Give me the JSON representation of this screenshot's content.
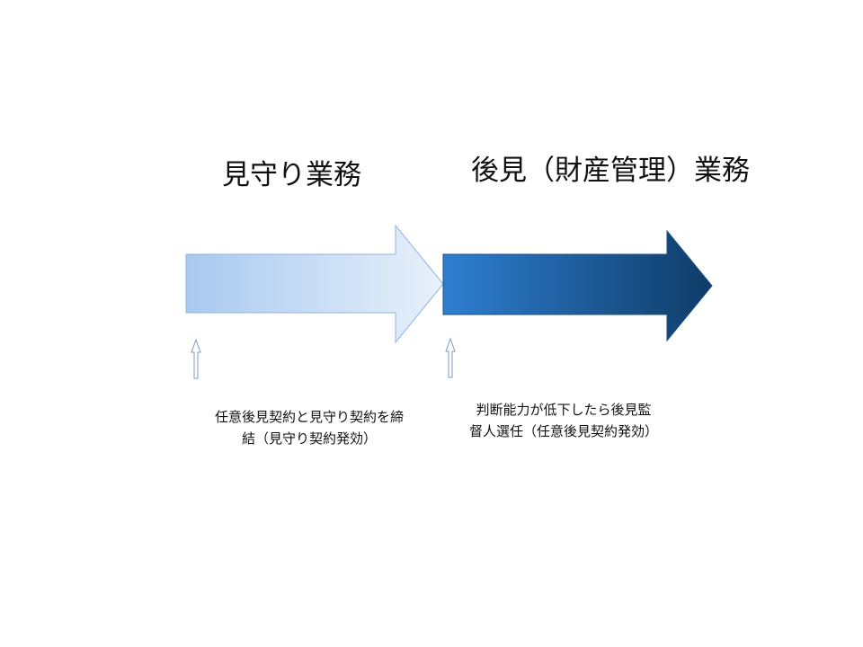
{
  "phases": [
    {
      "title": "見守り業務",
      "note_lines": [
        "任意後見契約と見守り契約を締",
        "結（見守り契約発効）"
      ],
      "colors": {
        "start": "#a9c9ef",
        "end": "#e8f1fb",
        "stroke": "#8fb3e0"
      }
    },
    {
      "title": "後見（財産管理）業務",
      "note_lines": [
        "判断能力が低下したら後見監",
        "督人選任（任意後見契約発効）"
      ],
      "colors": {
        "start": "#2e7fd0",
        "end": "#0f3c68",
        "stroke": "#1b4f85"
      }
    }
  ],
  "marker_icon": "up-arrow-outline-icon",
  "marker_color": "#7f9bbd"
}
